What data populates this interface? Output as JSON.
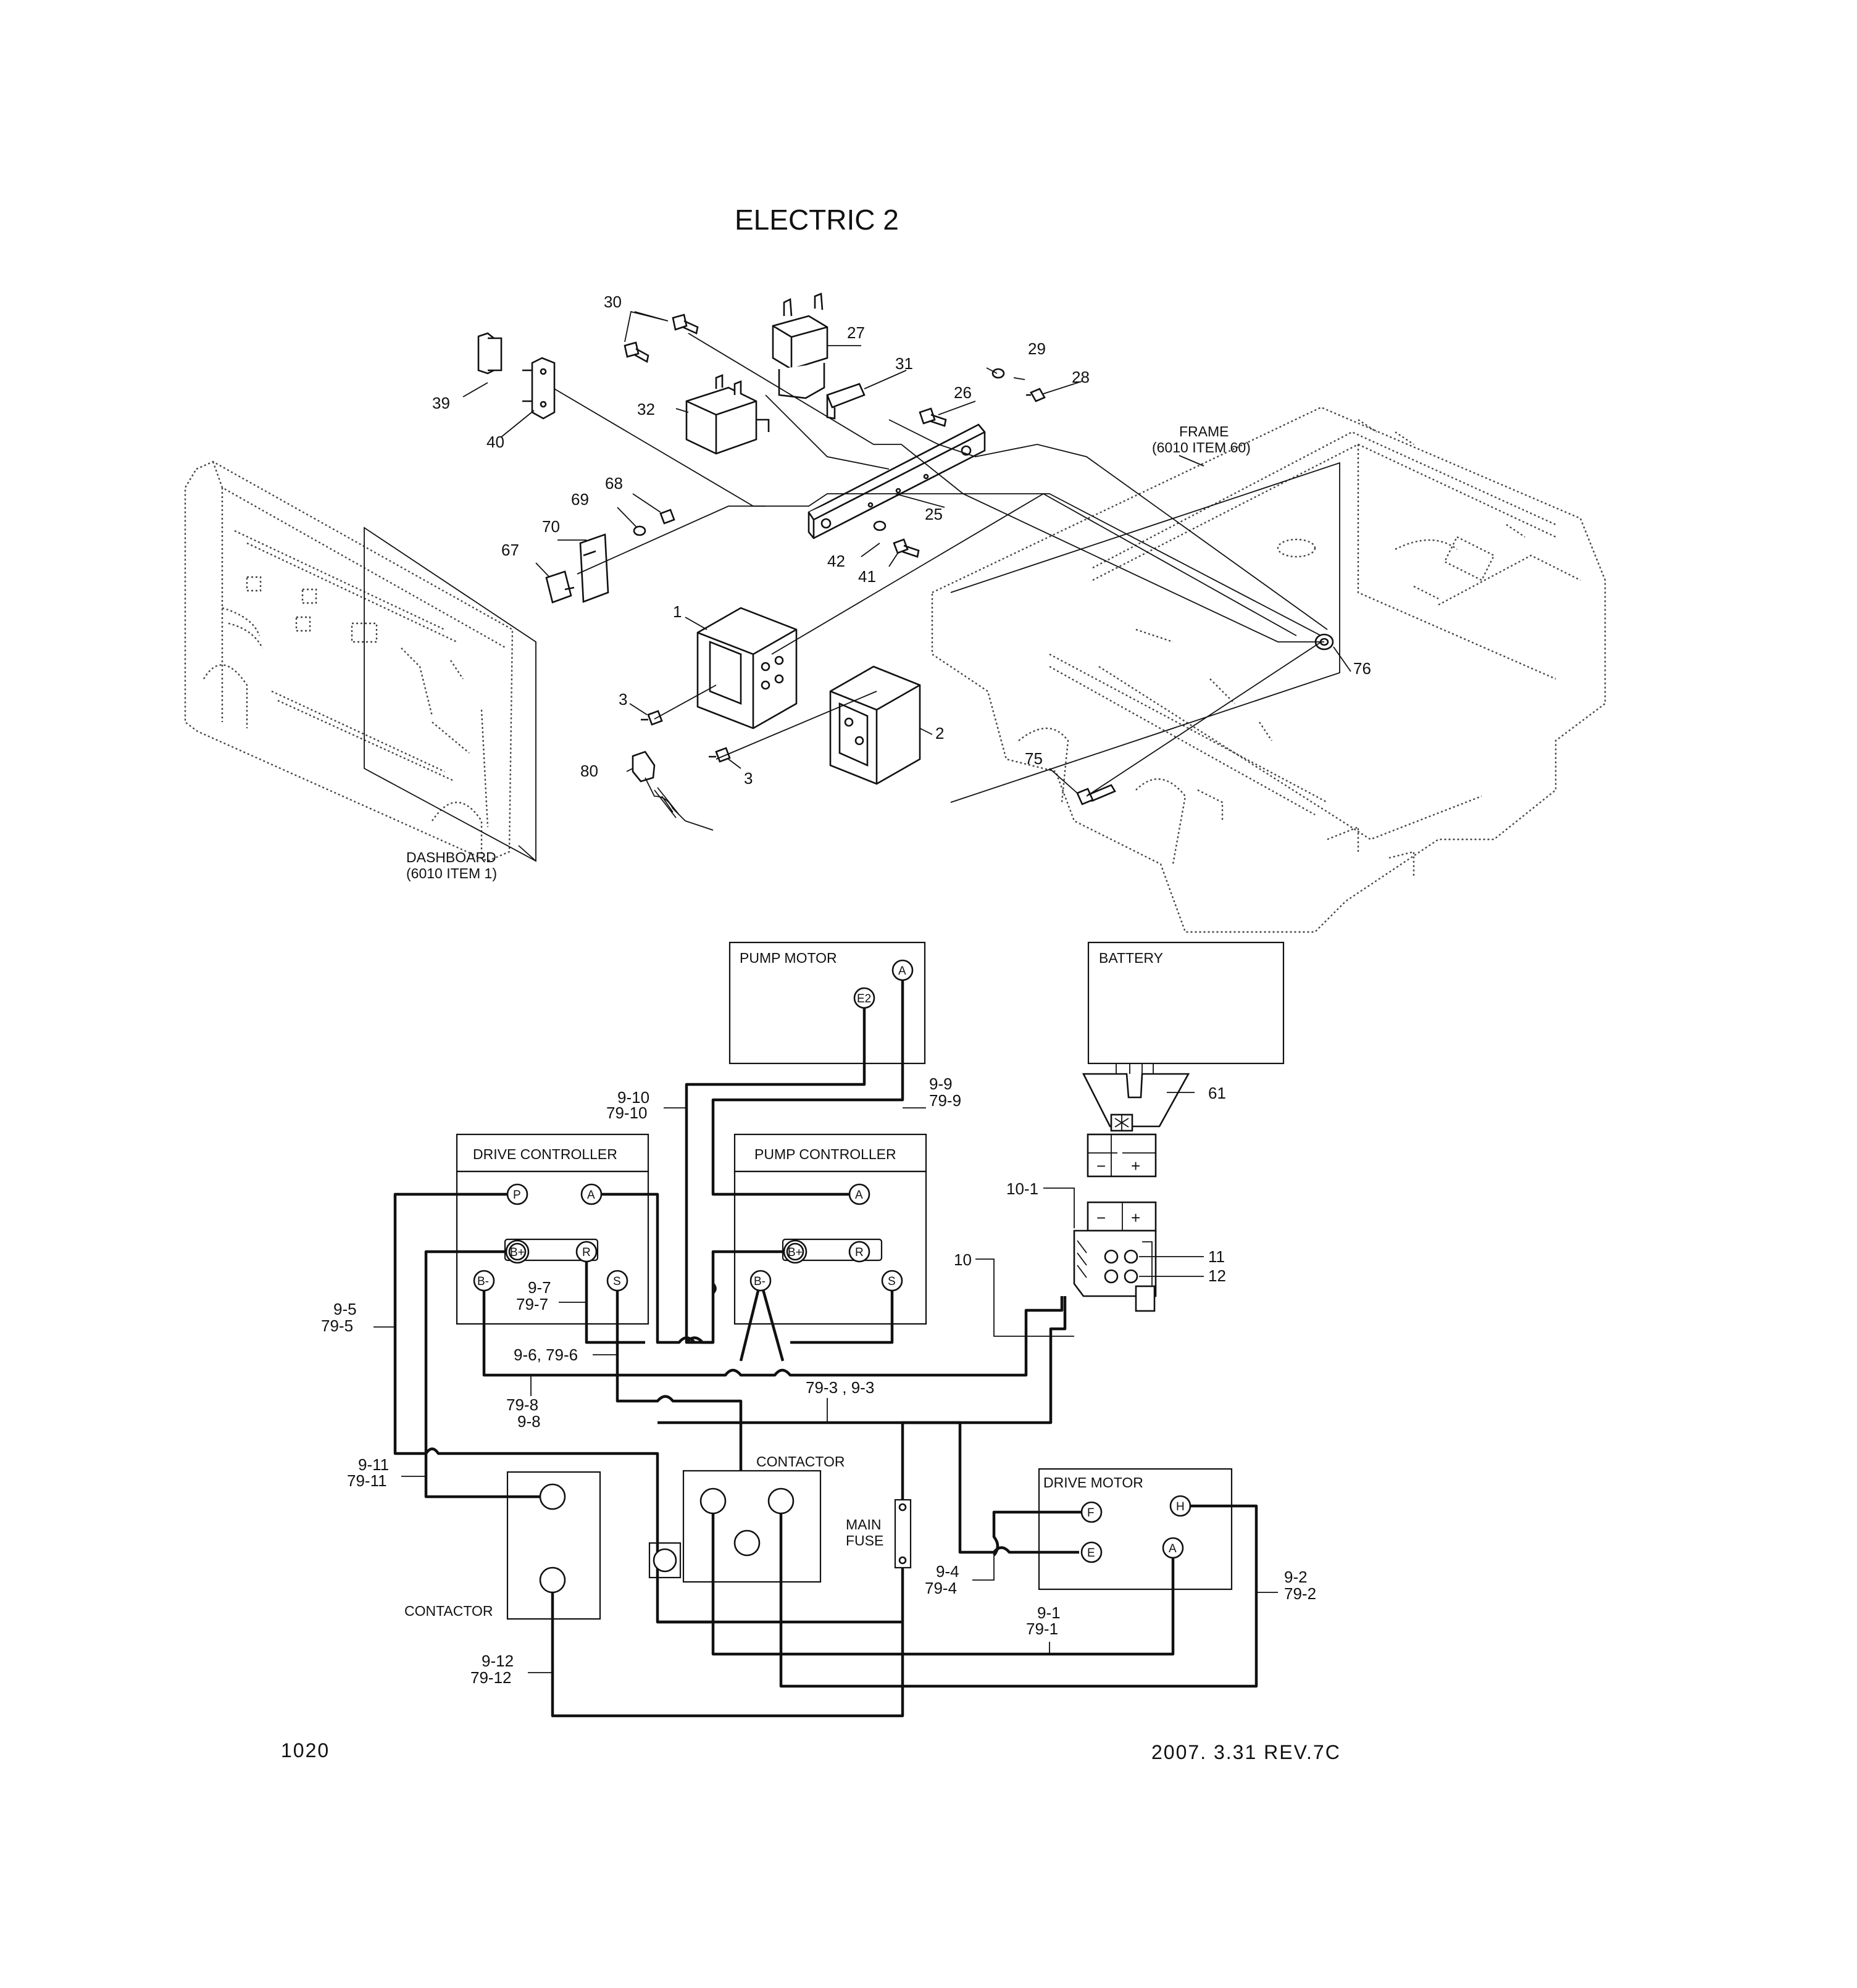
{
  "title": "ELECTRIC 2",
  "page_number": "1020",
  "revision": "2007. 3.31 REV.7C",
  "reference_labels": {
    "frame": [
      "FRAME",
      "(6010 ITEM 60)"
    ],
    "dashboard": [
      "DASHBOARD",
      "(6010 ITEM 1)"
    ]
  },
  "callouts": {
    "c1": "1",
    "c2": "2",
    "c3a": "3",
    "c3b": "3",
    "c25": "25",
    "c26": "26",
    "c27": "27",
    "c28": "28",
    "c29": "29",
    "c30": "30",
    "c31": "31",
    "c32": "32",
    "c39": "39",
    "c40": "40",
    "c41": "41",
    "c42": "42",
    "c67": "67",
    "c68": "68",
    "c69": "69",
    "c70": "70",
    "c75": "75",
    "c76": "76",
    "c80": "80"
  },
  "schematic": {
    "pump_motor": {
      "label": "PUMP MOTOR",
      "terminals": [
        "E2",
        "A"
      ]
    },
    "battery": {
      "label": "BATTERY"
    },
    "drive_controller": {
      "label": "DRIVE CONTROLLER",
      "terminals": [
        "P",
        "A",
        "B+",
        "R",
        "B-",
        "S"
      ]
    },
    "pump_controller": {
      "label": "PUMP CONTROLLER",
      "terminals": [
        "A",
        "B+",
        "R",
        "B-",
        "S"
      ]
    },
    "contactor_center": {
      "label": "CONTACTOR"
    },
    "contactor_left": {
      "label": "CONTACTOR"
    },
    "main_fuse": {
      "label_line1": "MAIN",
      "label_line2": "FUSE"
    },
    "drive_motor": {
      "label": "DRIVE MOTOR",
      "terminals": [
        "F",
        "H",
        "E",
        "A"
      ]
    },
    "connector_signs": [
      "−",
      "+",
      "−",
      "+"
    ],
    "wire_labels": {
      "w9_10": [
        "9-10",
        "79-10"
      ],
      "w9_9": [
        "9-9",
        "79-9"
      ],
      "w9_5": [
        "9-5",
        "79-5"
      ],
      "w9_7": [
        "9-7",
        "79-7"
      ],
      "w9_6": "9-6, 79-6",
      "w79_8": [
        "79-8",
        "9-8"
      ],
      "w79_3": "79-3 , 9-3",
      "w9_11": [
        "9-11",
        "79-11"
      ],
      "w9_4": [
        "9-4",
        "79-4"
      ],
      "w9_1": [
        "9-1",
        "79-1"
      ],
      "w9_2": [
        "9-2",
        "79-2"
      ],
      "w9_12": [
        "9-12",
        "79-12"
      ],
      "w10_1": "10-1",
      "w10": "10",
      "w61": "61",
      "w11": "11",
      "w12": "12"
    }
  }
}
